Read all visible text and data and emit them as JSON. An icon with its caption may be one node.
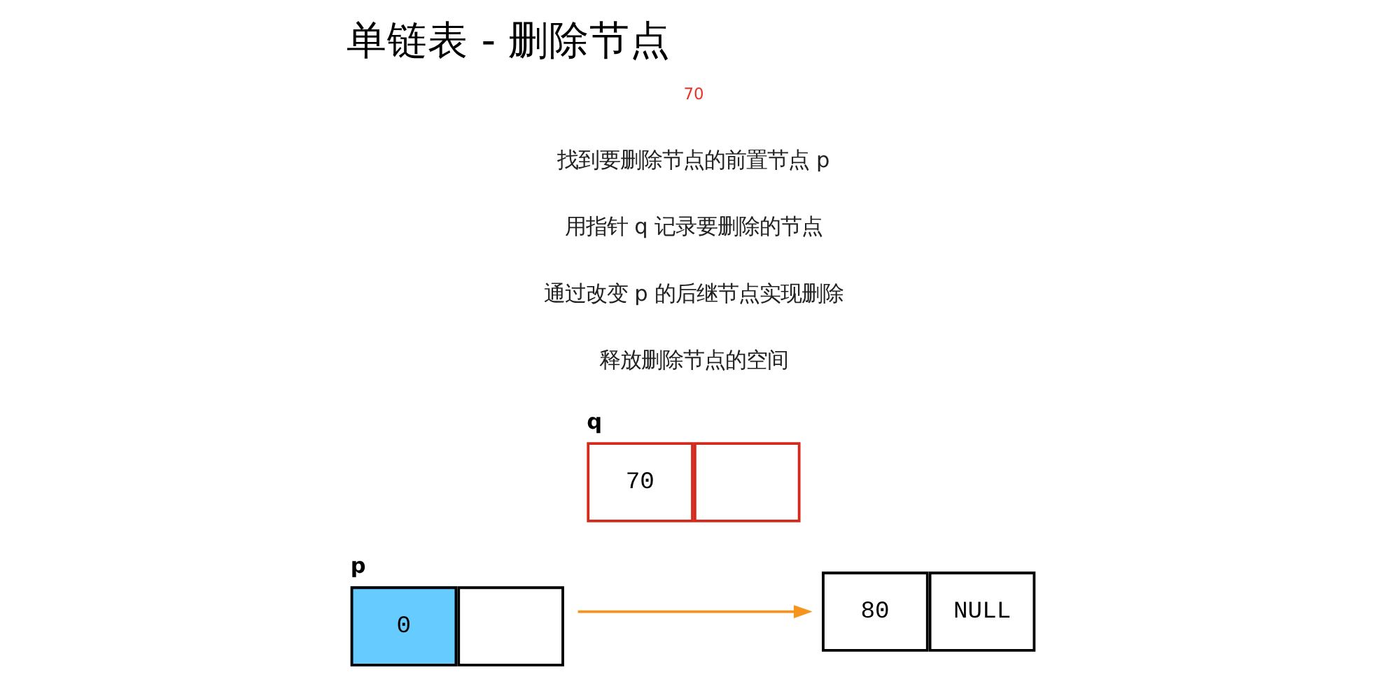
{
  "diagram": {
    "title": "单链表 - 删除节点",
    "nodes": [
      {
        "text": [
          "0"
        ],
        "beside": [
          "p"
        ]
      },
      {
        "text": [
          "70"
        ],
        "beside": [
          "q"
        ]
      },
      {
        "text": [
          "80",
          "NULL"
        ]
      }
    ],
    "edges": [
      {
        "from": 0,
        "to": 2,
        "arrow": "to",
        "color": "#f7941d"
      }
    ],
    "labels": [
      "70",
      "找到要删除节点的前置节点 p",
      "用指针 q 记录要删除的节点",
      "通过改变 p 的后继节点实现删除",
      "释放删除节点的空间"
    ]
  }
}
